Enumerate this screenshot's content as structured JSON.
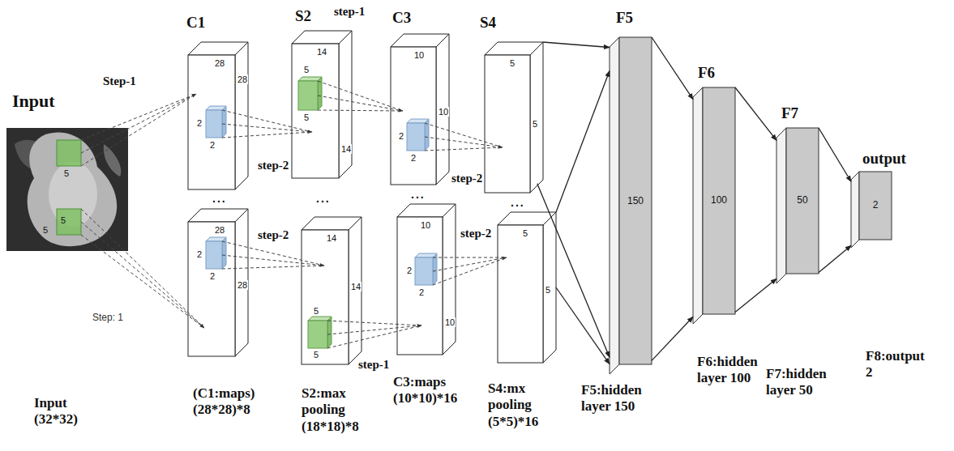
{
  "diagram": {
    "nodes": [
      {
        "text": [
          "Input",
          "5",
          "5",
          "5"
        ]
      },
      {
        "text": [
          "C1",
          "28",
          "28",
          "2",
          "2"
        ]
      },
      {
        "text": [
          "28",
          "28",
          "2",
          "2"
        ]
      },
      {
        "text": [
          "S2",
          "14",
          "14",
          "5",
          "5"
        ]
      },
      {
        "text": [
          "14",
          "14",
          "5",
          "5"
        ]
      },
      {
        "text": [
          "C3",
          "10",
          "10",
          "2",
          "2"
        ]
      },
      {
        "text": [
          "10",
          "10",
          "2",
          "2"
        ]
      },
      {
        "text": [
          "S4",
          "5",
          "5"
        ]
      },
      {
        "text": [
          "5",
          "5"
        ]
      },
      {
        "text": [
          "F5",
          "150"
        ]
      },
      {
        "text": [
          "F6",
          "100"
        ]
      },
      {
        "text": [
          "F7",
          "50"
        ]
      },
      {
        "text": [
          "output",
          "2"
        ]
      }
    ],
    "edges": [
      {
        "from": 0,
        "to": 1,
        "label": "Step-1",
        "arrow": "to"
      },
      {
        "from": 0,
        "to": 2,
        "label": "Step: 1",
        "arrow": "to"
      },
      {
        "from": 1,
        "to": 3,
        "label": "step-2",
        "arrow": "to"
      },
      {
        "from": 2,
        "to": 4,
        "label": "step-2",
        "arrow": "to"
      },
      {
        "from": 3,
        "to": 5,
        "label": "step-1",
        "arrow": "to"
      },
      {
        "from": 4,
        "to": 6,
        "label": "step-1",
        "arrow": "to"
      },
      {
        "from": 5,
        "to": 7,
        "label": "step-2",
        "arrow": "to"
      },
      {
        "from": 6,
        "to": 8,
        "label": "step-2",
        "arrow": "to"
      },
      {
        "from": 7,
        "to": 9,
        "arrow": "to"
      },
      {
        "from": 8,
        "to": 9,
        "arrow": "to"
      },
      {
        "from": 9,
        "to": 10,
        "arrow": "to"
      },
      {
        "from": 10,
        "to": 11,
        "arrow": "to"
      },
      {
        "from": 11,
        "to": 12,
        "arrow": "to"
      }
    ],
    "labels": [
      "...",
      "...",
      "...",
      "...",
      "Input (32*32)",
      "(C1:maps) (28*28)*8",
      "S2:max pooling (18*18)*8",
      "C3:maps (10*10)*16",
      "S4:mx pooling (5*5)*16",
      "F5:hidden layer 150",
      "F6:hidden layer 100",
      "F7:hidden layer 50",
      "F8:output 2"
    ]
  }
}
